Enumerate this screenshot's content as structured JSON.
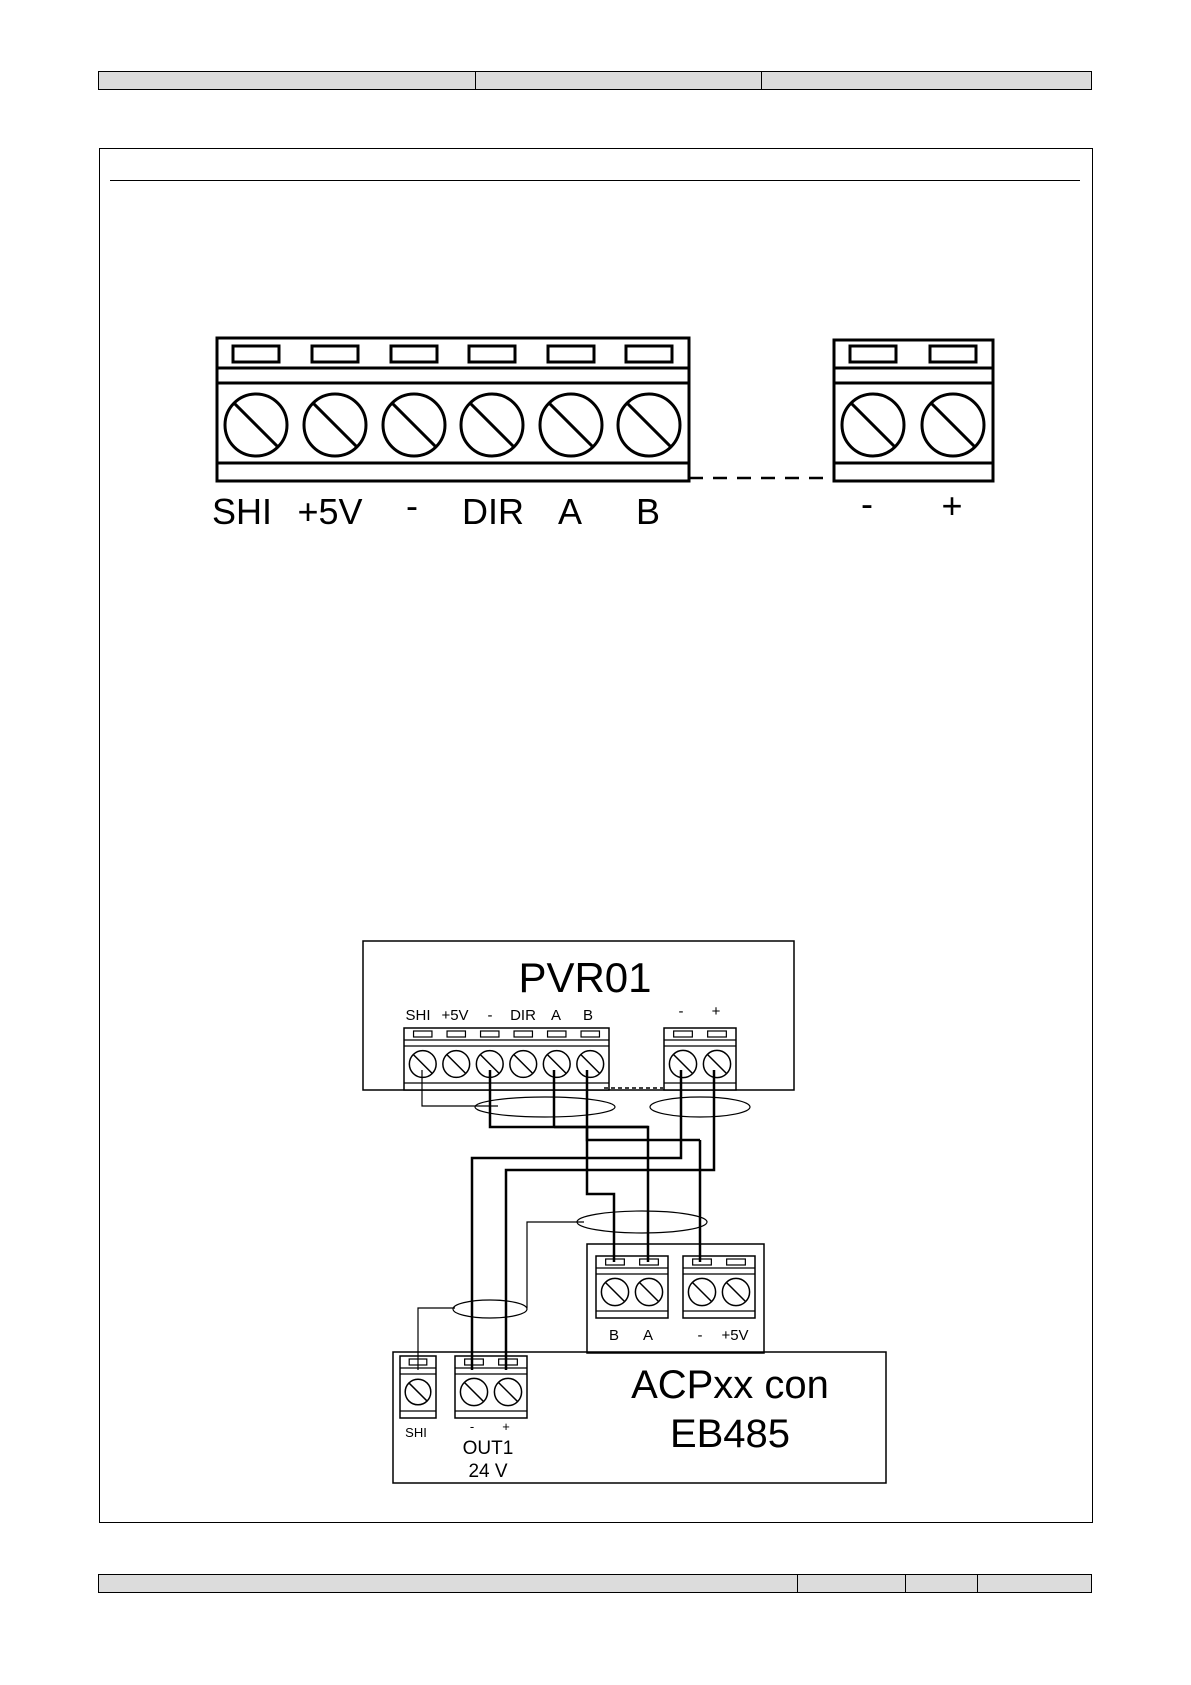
{
  "terminal_block": {
    "labels_main": [
      "SHI",
      "+5V",
      "-",
      "DIR",
      "A",
      "B"
    ],
    "labels_power": [
      "-",
      "+"
    ]
  },
  "wiring": {
    "pvr_title": "PVR01",
    "pvr_labels_main": [
      "SHI",
      "+5V",
      "-",
      "DIR",
      "A",
      "B"
    ],
    "pvr_labels_power": [
      "-",
      "+"
    ],
    "eb_labels_ba": [
      "B",
      "A"
    ],
    "eb_labels_power": [
      "-",
      "+5V"
    ],
    "acp_title_line1": "ACPxx con",
    "acp_title_line2": "EB485",
    "acp_shi_label": "SHI",
    "acp_out_labels": [
      "-",
      "+"
    ],
    "acp_out_name": "OUT1",
    "acp_out_voltage": "24 V"
  }
}
